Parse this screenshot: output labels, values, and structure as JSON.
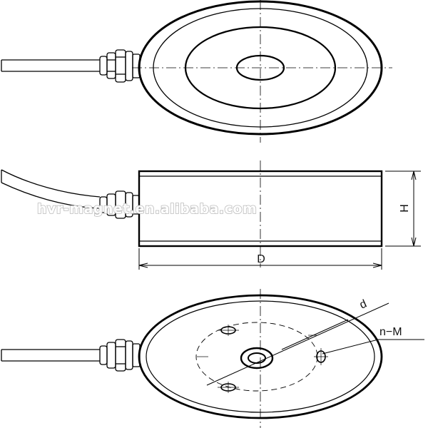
{
  "labels": {
    "height": "H",
    "diameter": "D",
    "hole_diameter": "d",
    "thread": "n−M"
  },
  "watermark": "hvr-magnet.en.alibaba.com",
  "colors": {
    "line": "#000000",
    "background": "#ffffff",
    "watermark_outline": "#b8b8b8"
  }
}
